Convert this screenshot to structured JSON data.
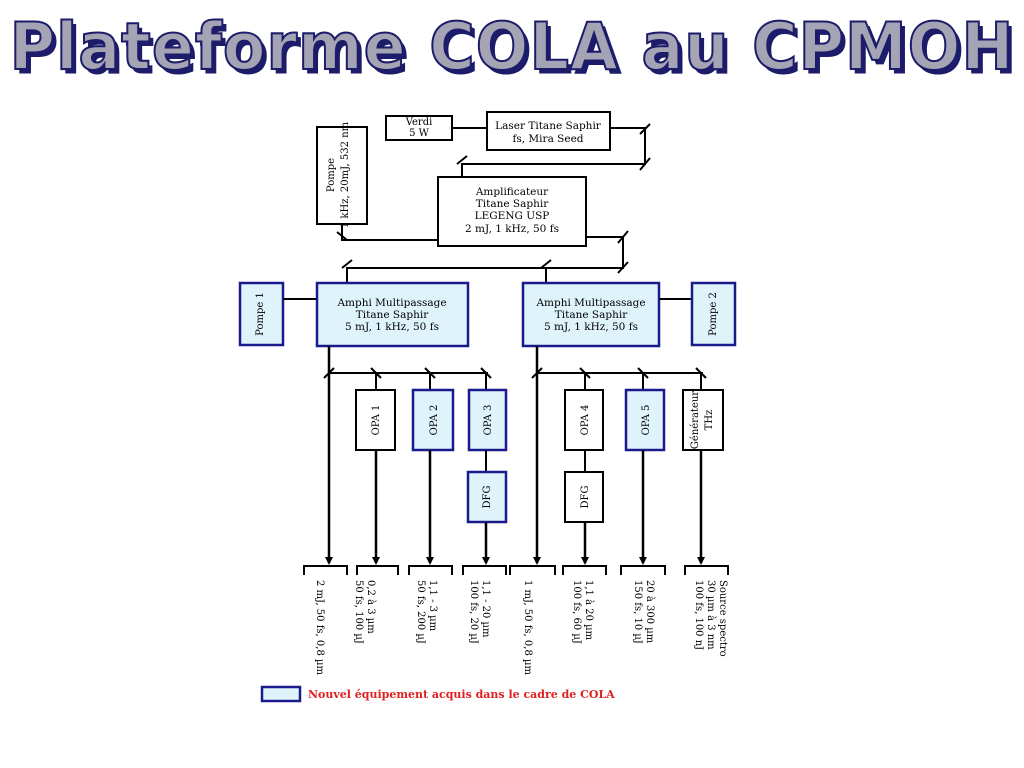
{
  "title": "Plateforme COLA au CPMOH",
  "colors": {
    "new_fill": "#dff3fb",
    "new_stroke": "#1a1a8c",
    "legend_text": "#e02020",
    "title_fill": "#a4a4b4",
    "title_outline": "#1c1c6a"
  },
  "verdi": [
    "Verdi",
    "5 W"
  ],
  "laser": [
    "Laser Titane Saphir",
    "fs, Mira Seed"
  ],
  "pump_main": [
    "Pompe",
    "1 kHz, 20mJ, 532 nm"
  ],
  "amplifier": [
    "Amplificateur",
    "Titane Saphir",
    "LEGENG USP",
    "2 mJ, 1 kHz, 50 fs"
  ],
  "pompe1": "Pompe 1",
  "pompe2": "Pompe 2",
  "amphi1": [
    "Amphi Multipassage",
    "Titane Saphir",
    "5 mJ, 1 kHz, 50 fs"
  ],
  "amphi2": [
    "Amphi Multipassage",
    "Titane Saphir",
    "5 mJ, 1 kHz, 50 fs"
  ],
  "opa1": "OPA 1",
  "opa2": "OPA 2",
  "opa3": "OPA 3",
  "opa4": "OPA 4",
  "opa5": "OPA 5",
  "thz": [
    "Générateur",
    "THz"
  ],
  "dfg1": "DFG",
  "dfg2": "DFG",
  "outputs": [
    [
      "2 mJ, 50 fs, 0,8 µm"
    ],
    [
      "0,2 à 3 µm",
      "50 fs, 100 µJ"
    ],
    [
      "1,1 - 3 µm",
      "50 fs, 200 µJ"
    ],
    [
      "1,1 - 20 µm",
      "100 fs, 20 µJ"
    ],
    [
      "1 mJ, 50 fs, 0,8 µm"
    ],
    [
      "1,1 à 20 µm",
      "100 fs, 60 µJ"
    ],
    [
      "20 à 300 µm",
      "150 fs, 10 µJ"
    ],
    [
      "Source spectro",
      "30 µm à 3 nm",
      "100 fs, 100 nJ"
    ]
  ],
  "legend": "Nouvel équipement acquis dans le cadre de COLA"
}
